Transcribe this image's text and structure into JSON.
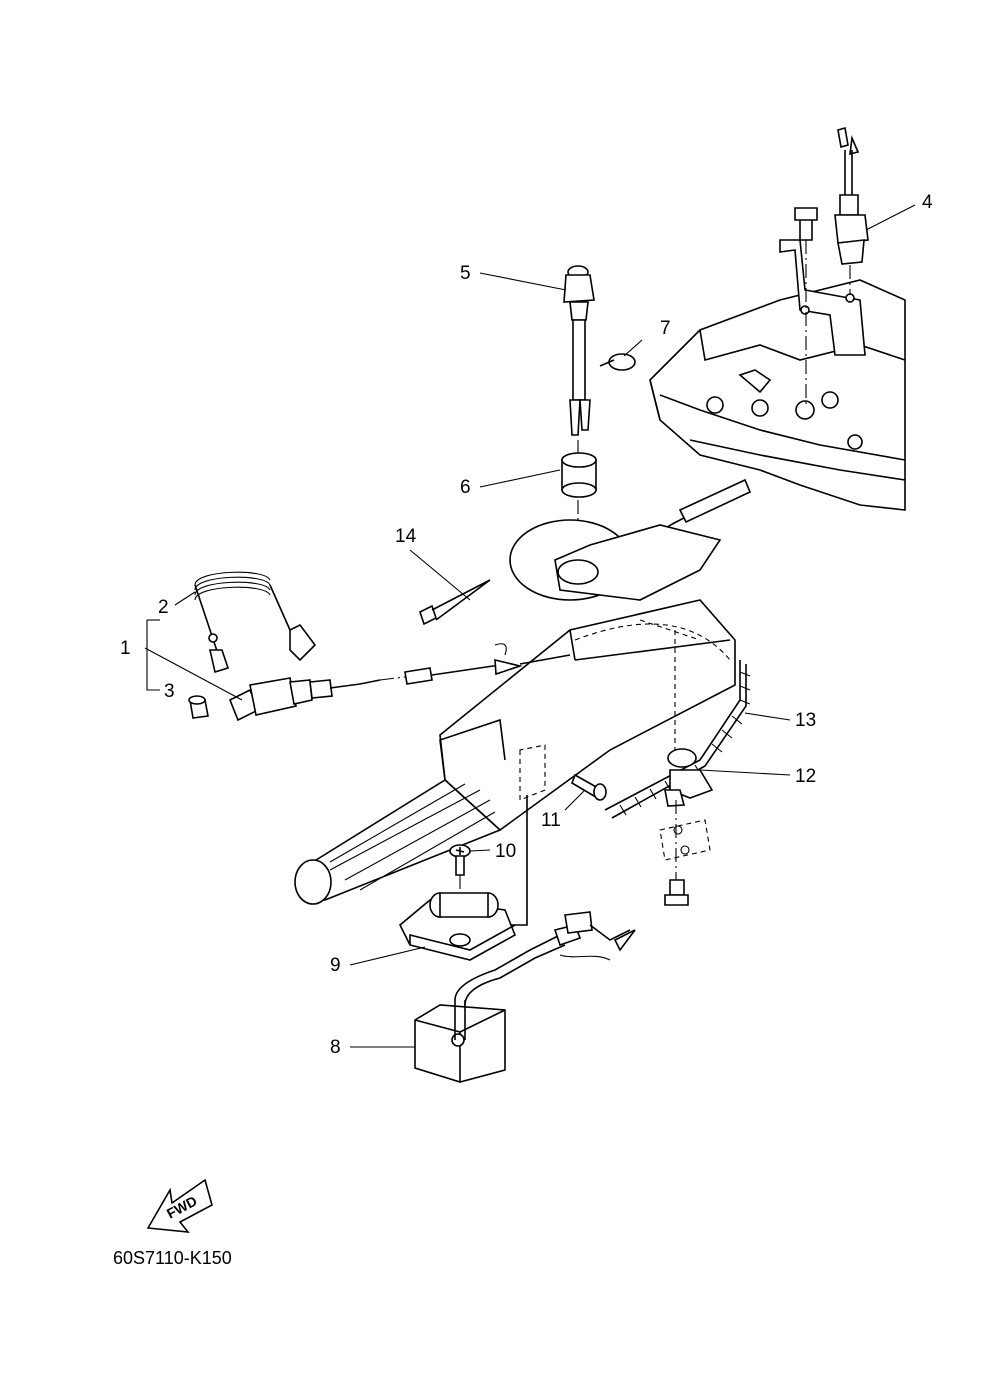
{
  "diagram": {
    "callouts": [
      "1",
      "2",
      "3",
      "4",
      "5",
      "6",
      "7",
      "8",
      "9",
      "10",
      "11",
      "12",
      "13",
      "14"
    ],
    "fwd_label": "FWD",
    "part_code": "60S7110-K150"
  }
}
